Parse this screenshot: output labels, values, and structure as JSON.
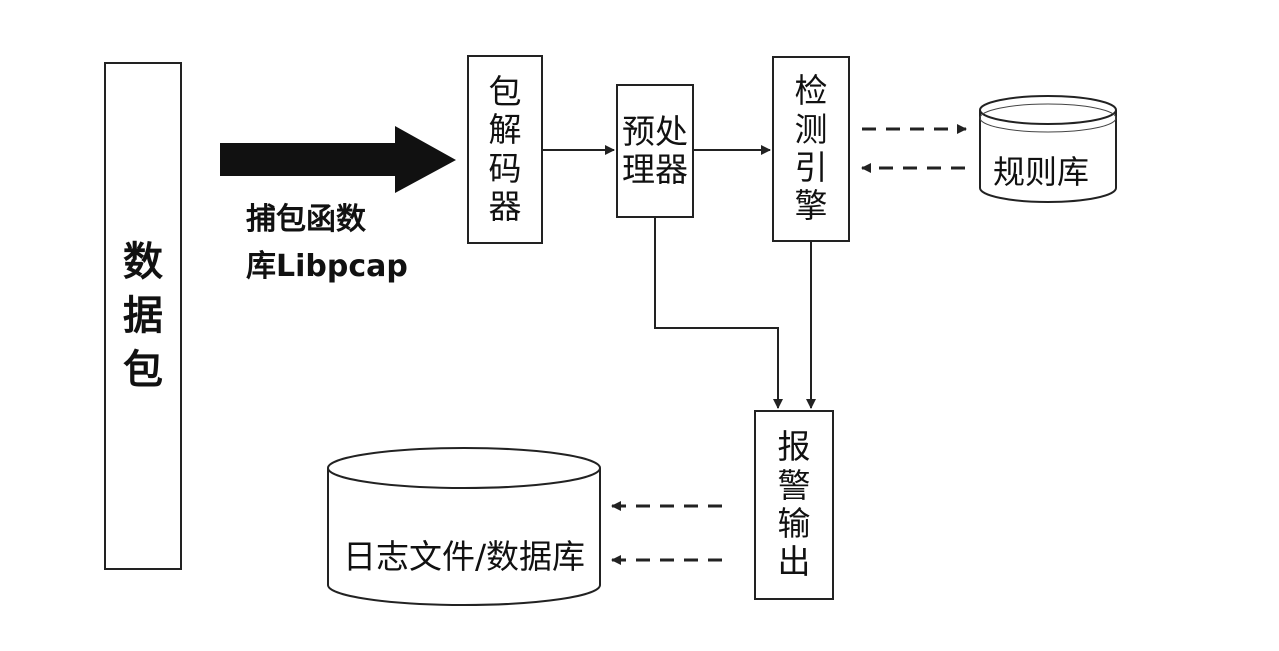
{
  "nodes": {
    "packet": [
      "数",
      "据",
      "包"
    ],
    "decoder": [
      "包",
      "解",
      "码",
      "器"
    ],
    "preprocessor": [
      "预处",
      "理器"
    ],
    "detection_engine": [
      "检",
      "测",
      "引",
      "擎"
    ],
    "alert_output": [
      "报",
      "警",
      "输",
      "出"
    ],
    "rule_base": "规则库",
    "log_database": "日志文件/数据库"
  },
  "capture_label": {
    "line1": "捕包函数",
    "line2": "库Libpcap"
  },
  "colors": {
    "line": "#222222",
    "background": "#ffffff"
  }
}
